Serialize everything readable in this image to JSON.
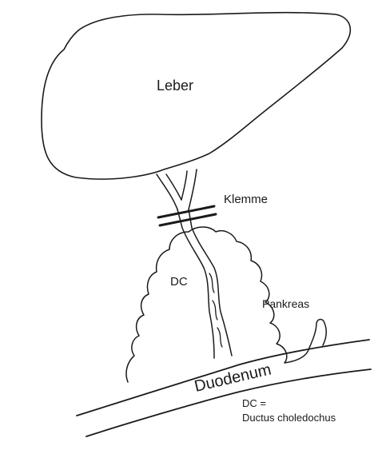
{
  "labels": {
    "liver": "Leber",
    "clamp": "Klemme",
    "bile_duct_abbr": "DC",
    "pancreas": "Pankreas",
    "duodenum": "Duodenum",
    "legend_line1": "DC =",
    "legend_line2": "Ductus choledochus"
  },
  "colors": {
    "ink": "#1a1a1a",
    "background": "#ffffff"
  }
}
